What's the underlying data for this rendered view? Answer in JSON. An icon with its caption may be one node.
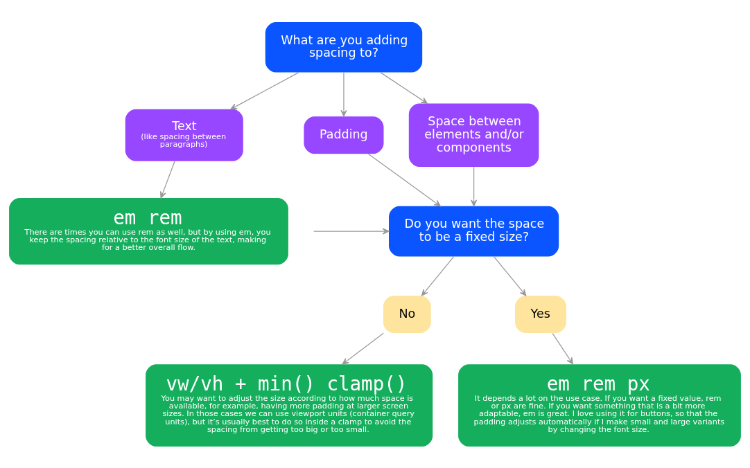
{
  "diagram": {
    "nodes": [
      {
        "text": [
          "What are you adding spacing to?"
        ]
      },
      {
        "text": [
          "Text",
          "(like spacing between paragraphs)"
        ]
      },
      {
        "text": [
          "Padding"
        ]
      },
      {
        "text": [
          "Space between elements and/or components"
        ]
      },
      {
        "text": [
          "em rem",
          "There are times you can use rem as well, but by using em, you keep the spacing relative to the font size of the text, making for a better overall flow."
        ]
      },
      {
        "text": [
          "Do you want the space to be a fixed size?"
        ]
      },
      {
        "text": [
          "No"
        ]
      },
      {
        "text": [
          "Yes"
        ]
      },
      {
        "text": [
          "vw/vh + min() clamp()",
          "You may want to adjust the size according to how much space is available, for example, having more padding at larger screen sizes. In those cases we can use viewport units (container query units), but it’s usually best to do so inside a clamp to avoid the spacing from getting too big or too small."
        ]
      },
      {
        "text": [
          "em rem px",
          "It depends a lot on the use case. If you want a fixed value, rem or px are fine. If you want something that is a bit more adaptable, em is great. I love using it for buttons, so that the padding adjusts automatically if I make small and large variants by changing the font size."
        ]
      }
    ],
    "edges": [
      {
        "from": 0,
        "to": 1,
        "arrow": "to"
      },
      {
        "from": 0,
        "to": 2,
        "arrow": "to"
      },
      {
        "from": 0,
        "to": 3,
        "arrow": "to"
      },
      {
        "from": 1,
        "to": 4,
        "arrow": "to"
      },
      {
        "from": 2,
        "to": 5,
        "arrow": "to"
      },
      {
        "from": 3,
        "to": 5,
        "arrow": "to"
      },
      {
        "from": null,
        "to": 5,
        "arrow": "to"
      },
      {
        "from": 5,
        "to": 6,
        "arrow": "to"
      },
      {
        "from": 5,
        "to": 7,
        "arrow": "to"
      },
      {
        "from": 6,
        "to": 8,
        "arrow": "to"
      },
      {
        "from": 7,
        "to": 9,
        "arrow": "to"
      }
    ]
  }
}
